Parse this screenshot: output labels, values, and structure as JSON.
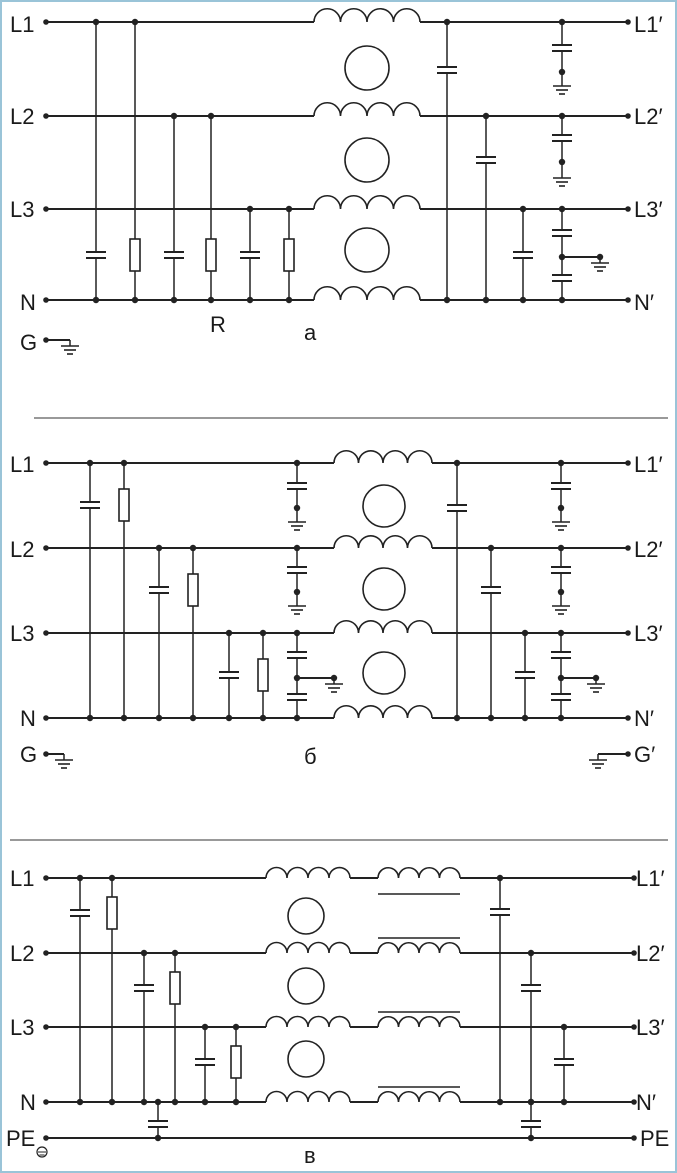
{
  "panel_a": {
    "left_terminals": [
      "L1",
      "L2",
      "L3",
      "N",
      "G"
    ],
    "right_terminals": [
      "L1′",
      "L2′",
      "L3′",
      "N′"
    ],
    "resistor_label": "R",
    "caption": "а"
  },
  "panel_b": {
    "left_terminals": [
      "L1",
      "L2",
      "L3",
      "N",
      "G"
    ],
    "right_terminals": [
      "L1′",
      "L2′",
      "L3′",
      "N′",
      "G′"
    ],
    "caption": "б"
  },
  "panel_c": {
    "left_terminals": [
      "L1",
      "L2",
      "L3",
      "N",
      "PE"
    ],
    "right_terminals": [
      "L1′",
      "L2′",
      "L3′",
      "N′",
      "PE"
    ],
    "caption": "в"
  },
  "colors": {
    "frame": "#9ac4d8",
    "wire": "#222222"
  }
}
